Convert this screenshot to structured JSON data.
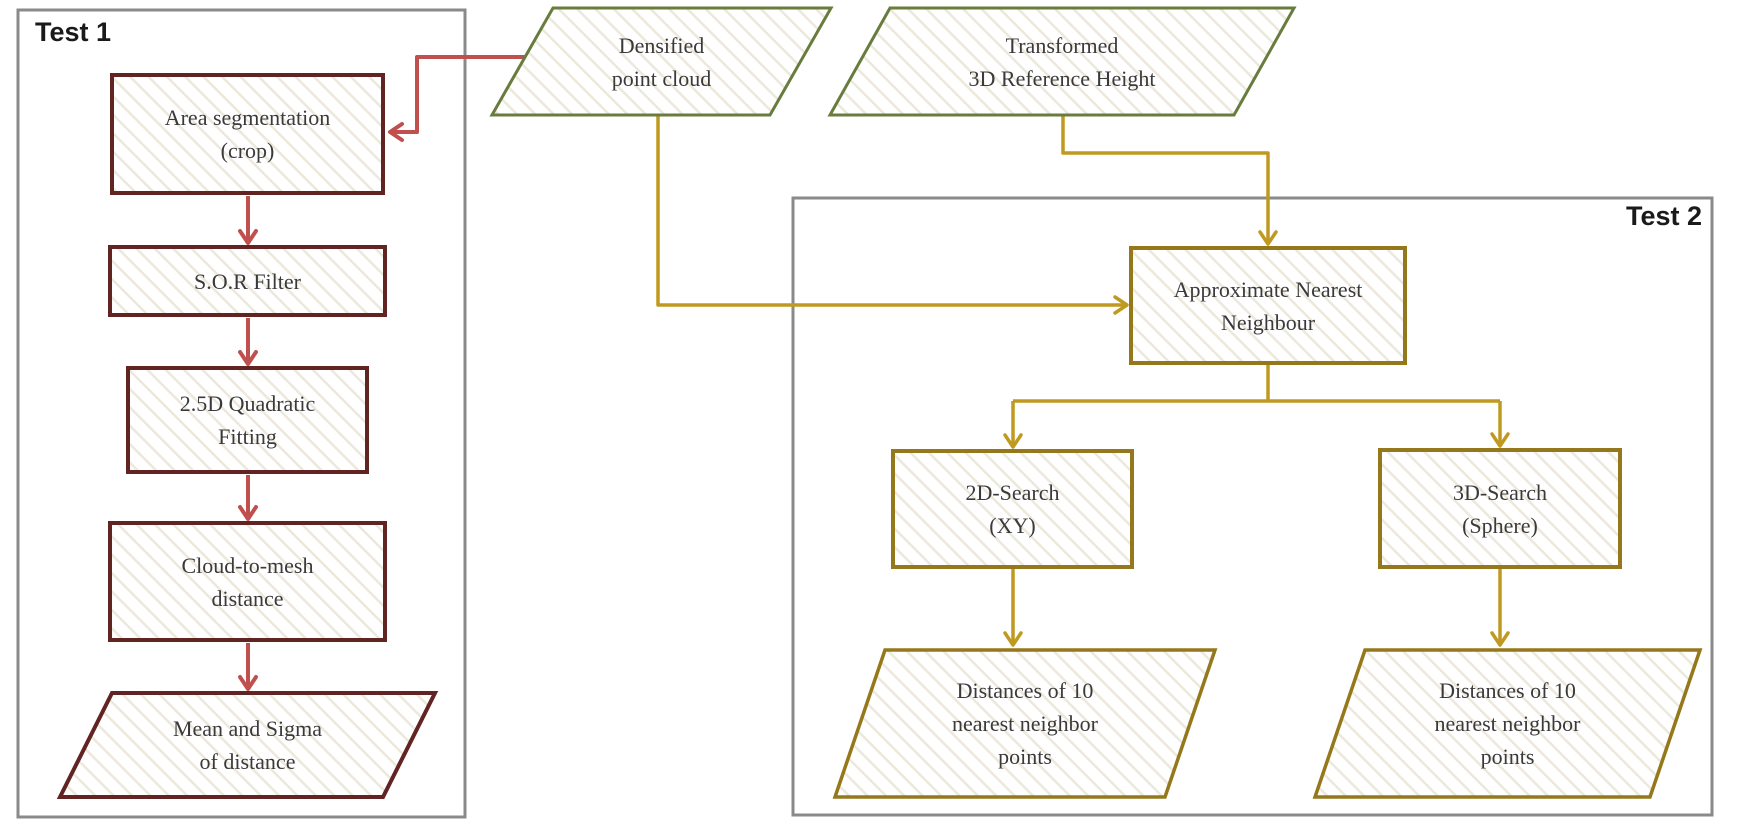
{
  "diagram": {
    "type": "flowchart",
    "groups": {
      "test1": {
        "label": "Test 1"
      },
      "test2": {
        "label": "Test 2"
      }
    },
    "nodes": {
      "densified_point_cloud": {
        "shape": "parallelogram",
        "group": "inputs",
        "label": "Densified\npoint cloud"
      },
      "transformed_ref_height": {
        "shape": "parallelogram",
        "group": "inputs",
        "label": "Transformed\n3D Reference Height"
      },
      "area_segmentation": {
        "shape": "process",
        "group": "test1",
        "label": "Area segmentation\n(crop)"
      },
      "sor_filter": {
        "shape": "process",
        "group": "test1",
        "label": "S.O.R Filter"
      },
      "quadratic_fitting": {
        "shape": "process",
        "group": "test1",
        "label": "2.5D Quadratic\nFitting"
      },
      "cloud_to_mesh": {
        "shape": "process",
        "group": "test1",
        "label": "Cloud-to-mesh\ndistance"
      },
      "mean_sigma": {
        "shape": "parallelogram",
        "group": "test1",
        "label": "Mean and Sigma\nof distance"
      },
      "approx_nearest_neighbour": {
        "shape": "process",
        "group": "test2",
        "label": "Approximate Nearest\nNeighbour"
      },
      "search_2d": {
        "shape": "process",
        "group": "test2",
        "label": "2D-Search\n(XY)"
      },
      "search_3d": {
        "shape": "process",
        "group": "test2",
        "label": "3D-Search\n(Sphere)"
      },
      "distances_2d": {
        "shape": "parallelogram",
        "group": "test2",
        "label": "Distances of 10\nnearest neighbor\npoints"
      },
      "distances_3d": {
        "shape": "parallelogram",
        "group": "test2",
        "label": "Distances of 10\nnearest neighbor\npoints"
      }
    },
    "edges": [
      {
        "from": "densified_point_cloud",
        "to": "area_segmentation",
        "color_group": "red"
      },
      {
        "from": "area_segmentation",
        "to": "sor_filter",
        "color_group": "red"
      },
      {
        "from": "sor_filter",
        "to": "quadratic_fitting",
        "color_group": "red"
      },
      {
        "from": "quadratic_fitting",
        "to": "cloud_to_mesh",
        "color_group": "red"
      },
      {
        "from": "cloud_to_mesh",
        "to": "mean_sigma",
        "color_group": "red"
      },
      {
        "from": "densified_point_cloud",
        "to": "approx_nearest_neighbour",
        "color_group": "gold"
      },
      {
        "from": "transformed_ref_height",
        "to": "approx_nearest_neighbour",
        "color_group": "gold"
      },
      {
        "from": "approx_nearest_neighbour",
        "to": "search_2d",
        "color_group": "gold"
      },
      {
        "from": "approx_nearest_neighbour",
        "to": "search_3d",
        "color_group": "gold"
      },
      {
        "from": "search_2d",
        "to": "distances_2d",
        "color_group": "gold"
      },
      {
        "from": "search_3d",
        "to": "distances_3d",
        "color_group": "gold"
      }
    ],
    "colors": {
      "maroon_border": "#622423",
      "red_arrow": "#C0504D",
      "green_border": "#687C3E",
      "gold_border": "#94781B",
      "gold_arrow": "#C09A20",
      "group_border": "#8A8A8A",
      "hatch_stripe": "#ECE8DC",
      "text_color": "#3A3A3A",
      "label_color": "#1A1A1A"
    }
  }
}
